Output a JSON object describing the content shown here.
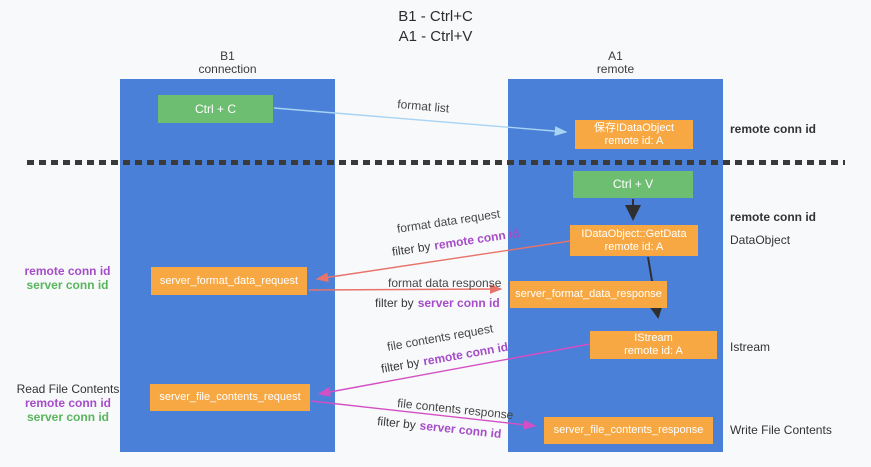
{
  "title": {
    "line1": "B1 - Ctrl+C",
    "line2": "A1 - Ctrl+V"
  },
  "lanes": {
    "left": {
      "header": {
        "line1": "B1",
        "line2": "connection"
      }
    },
    "right": {
      "header": {
        "line1": "A1",
        "line2": "remote"
      }
    }
  },
  "nodes": {
    "ctrl_c": "Ctrl + C",
    "ctrl_v": "Ctrl + V",
    "save_idataobject": {
      "line1": "保存IDataObject",
      "line2": "remote id: A"
    },
    "getdata": {
      "line1": "IDataObject::GetData",
      "line2": "remote id: A"
    },
    "istream": {
      "line1": "IStream",
      "line2": "remote id: A"
    },
    "server_format_data_request": "server_format_data_request",
    "server_format_data_response": "server_format_data_response",
    "server_file_contents_request": "server_file_contents_request",
    "server_file_contents_response": "server_file_contents_response"
  },
  "arrow_labels": {
    "format_list": "format list",
    "format_data_request": "format data request",
    "format_data_response": "format data response",
    "file_contents_request": "file contents request",
    "file_contents_response": "file contents response",
    "filter_by": "filter by",
    "remote_conn_id": "remote conn id",
    "server_conn_id": "server conn id"
  },
  "side_labels": {
    "remote_conn_id": "remote conn id",
    "server_conn_id": "server conn id",
    "dataobject": "DataObject",
    "istream": "Istream",
    "read_file_contents": "Read File Contents",
    "write_file_contents": "Write File Contents"
  },
  "colors": {
    "lane_blue": "#4a80d8",
    "node_orange": "#f7a843",
    "node_green": "#6ebe71",
    "purple_text": "#a64dc8",
    "green_text": "#58b55c",
    "arrow_red": "#e8736a",
    "arrow_magenta": "#d44fc4",
    "arrow_blue": "#a8d3f2",
    "arrow_black": "#2f2f2f"
  }
}
